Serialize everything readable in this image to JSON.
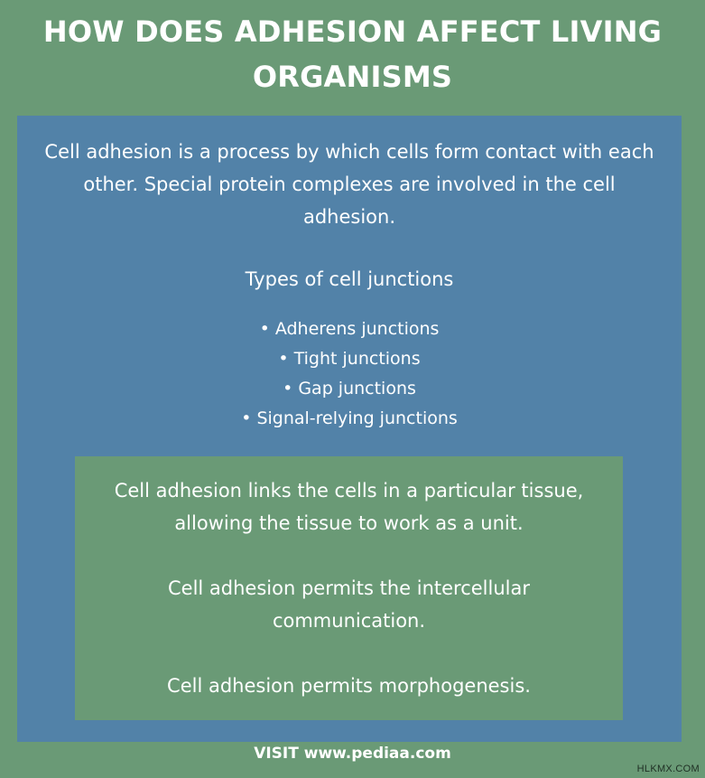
{
  "title": "HOW DOES ADHESION AFFECT LIVING ORGANISMS",
  "intro": "Cell adhesion is a process by which cells form contact with each other. Special protein complexes are involved in the cell adhesion.",
  "types_heading": "Types of cell junctions",
  "types": [
    "Adherens junctions",
    "Tight junctions",
    "Gap junctions",
    "Signal-relying junctions"
  ],
  "effects": [
    "Cell adhesion links the cells in a particular tissue, allowing the tissue to work as a unit.",
    "Cell adhesion permits the intercellular communication.",
    "Cell adhesion permits morphogenesis."
  ],
  "footer": "VISIT www.pediaa.com",
  "watermark": "HLKMX.COM",
  "colors": {
    "background_green": "#6a9a76",
    "panel_blue": "#5282a8",
    "text": "#ffffff"
  }
}
